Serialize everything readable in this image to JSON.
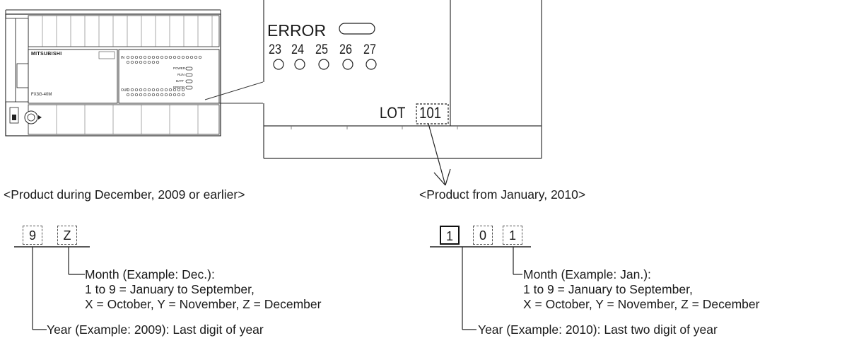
{
  "device": {
    "brand": "MITSUBISHI",
    "model": "FX3G-40M",
    "panel_labels": [
      "POWER",
      "RUN",
      "BATT",
      "ERROR"
    ],
    "row_labels": {
      "input": "IN",
      "output": "OUT"
    }
  },
  "zoom_panel": {
    "error_label": "ERROR",
    "numbers": [
      "23",
      "24",
      "25",
      "26",
      "27"
    ],
    "lot_label": "LOT",
    "lot_value": "101"
  },
  "left_section": {
    "caption": "<Product during December, 2009 or earlier>",
    "digits": [
      "9",
      "Z"
    ],
    "month_lines": [
      "Month (Example: Dec.):",
      "1 to 9 = January to September,",
      "X = October, Y = November, Z = December"
    ],
    "year_line": "Year (Example: 2009): Last digit of year"
  },
  "right_section": {
    "caption": "<Product from January, 2010>",
    "digits": [
      "1",
      "0",
      "1"
    ],
    "month_lines": [
      "Month (Example: Jan.):",
      "1 to 9 = January to September,",
      "X = October, Y = November, Z = December"
    ],
    "year_line": "Year (Example: 2010): Last two digit of year"
  }
}
